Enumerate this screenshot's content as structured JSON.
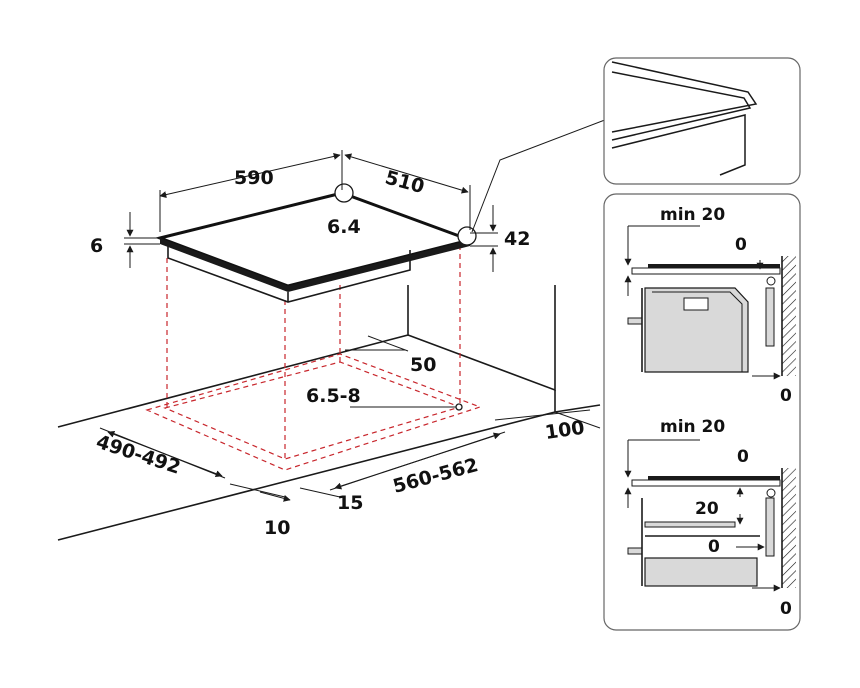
{
  "main_view": {
    "width": "590",
    "depth": "510",
    "glass_thickness": "6",
    "hob_height": "42",
    "corner_radius": "6.4",
    "cutout_corner_radius": "6.5-8",
    "rear_clearance": "50",
    "cutout_depth": "490-492",
    "cutout_width": "560-562",
    "front_clearance_10": "10",
    "front_clearance_15": "15",
    "side_clearance": "100"
  },
  "detail_top": {
    "min_label": "min 20",
    "zero_top": "0",
    "zero_side": "0"
  },
  "detail_bottom": {
    "min_label": "min 20",
    "zero_top": "0",
    "gap_20": "20",
    "zero_mid": "0",
    "zero_side": "0"
  },
  "colors": {
    "cutout_lines": "#c8262c",
    "lines": "#1a1a1a",
    "panel_border": "#666666"
  }
}
